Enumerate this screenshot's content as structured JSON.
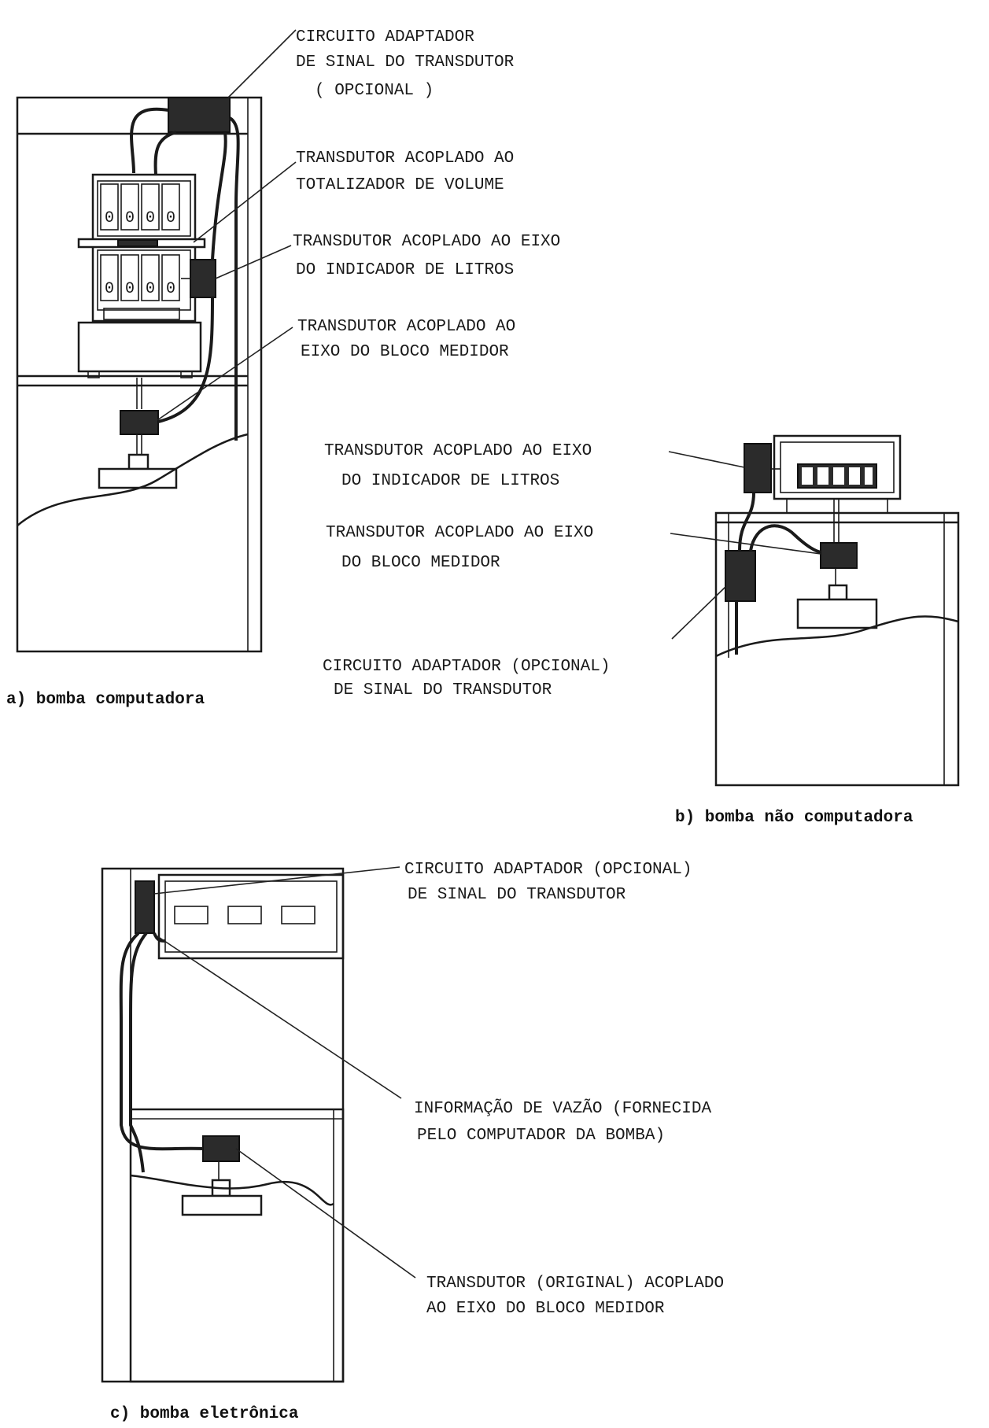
{
  "diagram_a": {
    "caption": "a) bomba computadora",
    "label_circuit": [
      "CIRCUITO ADAPTADOR",
      "DE SINAL DO TRANSDUTOR",
      "( OPCIONAL )"
    ],
    "label_totalizer": [
      "TRANSDUTOR ACOPLADO AO",
      "TOTALIZADOR DE VOLUME"
    ],
    "label_liters_axis": [
      "TRANSDUTOR ACOPLADO AO EIXO",
      "DO INDICADOR DE LITROS"
    ],
    "label_meter_block": [
      "TRANSDUTOR ACOPLADO AO",
      "EIXO DO BLOCO MEDIDOR"
    ]
  },
  "diagram_b": {
    "caption": "b) bomba não computadora",
    "label_liters_axis": [
      "TRANSDUTOR ACOPLADO AO EIXO",
      "DO INDICADOR DE LITROS"
    ],
    "label_meter_block": [
      "TRANSDUTOR ACOPLADO AO EIXO",
      "DO BLOCO MEDIDOR"
    ],
    "label_circuit": [
      "CIRCUITO ADAPTADOR (OPCIONAL)",
      "DE SINAL DO TRANSDUTOR"
    ]
  },
  "diagram_c": {
    "caption": "c) bomba eletrônica",
    "label_circuit": [
      "CIRCUITO ADAPTADOR (OPCIONAL)",
      "DE SINAL DO TRANSDUTOR"
    ],
    "label_flow_info": [
      "INFORMAÇÃO DE VAZÃO (FORNECIDA",
      "PELO COMPUTADOR DA BOMBA)"
    ],
    "label_original": [
      "TRANSDUTOR (ORIGINAL) ACOPLADO",
      "AO EIXO DO BLOCO MEDIDOR"
    ]
  }
}
